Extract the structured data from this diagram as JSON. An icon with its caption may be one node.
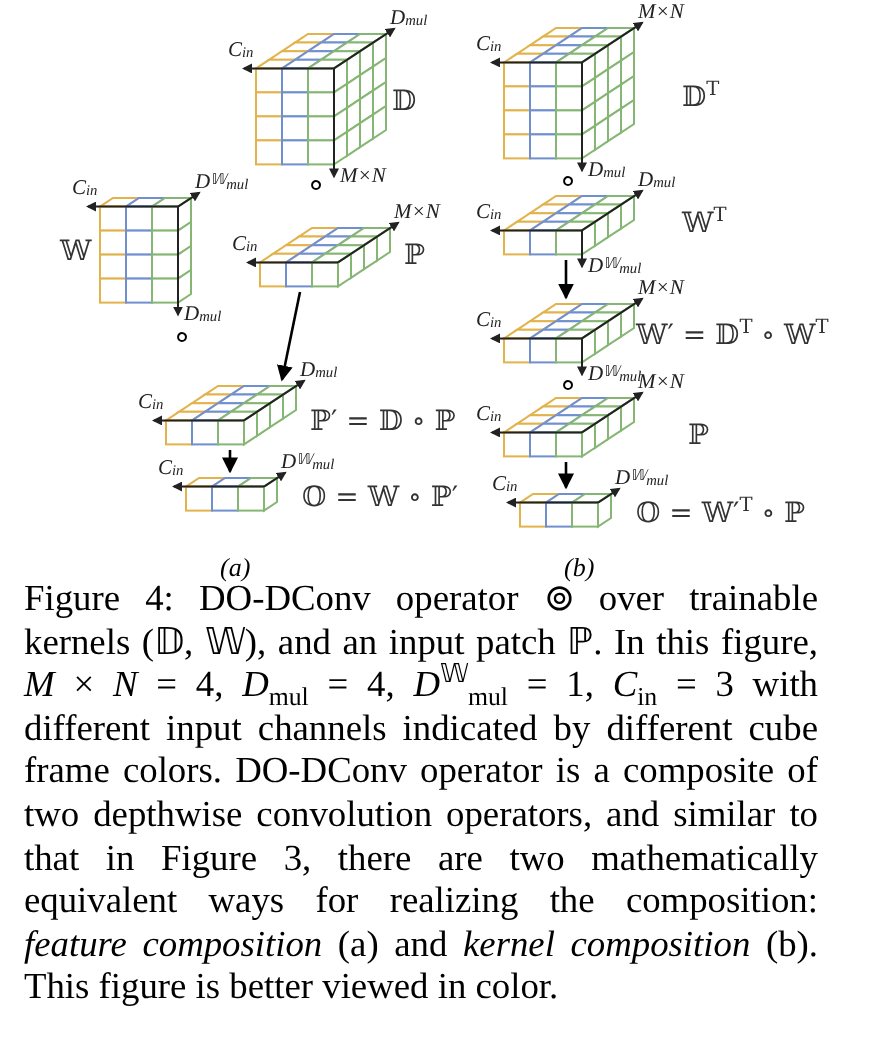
{
  "diagram": {
    "caption": "Figure 4: DO-DConv operator ⊚ over trainable kernels (𝔻, 𝕎), and an input patch ℙ. In this figure, *M* × *N* = 4, *D*$_{mul}$ = 4, *D*$^{𝕎}$$_{mul}$ = 1, *C*$_{in}$ = 3 with different input channels indicated by different cube frame colors. DO-DConv operator is a composite of two depthwise convolution operators, and similar to that in Figure 3, there are two mathematically equivalent ways for realizing the composition: *feature composition* (a) and *kernel composition* (b). This figure is better viewed in color.",
    "nodes": [
      {
        "text": [
          "C$_{in}$",
          "D$_{mul}$",
          "M×N",
          "𝔻"
        ]
      },
      {
        "text": [
          "C$_{in}$",
          "D$^{𝕎}$$_{mul}$",
          "D$_{mul}$",
          "𝕎"
        ]
      },
      {
        "text": [
          "C$_{in}$",
          "M×N",
          "ℙ"
        ]
      },
      {
        "text": [
          "C$_{in}$",
          "D$_{mul}$",
          "ℙ′ = 𝔻 ∘ ℙ"
        ]
      },
      {
        "text": [
          "C$_{in}$",
          "D$^{𝕎}$$_{mul}$",
          "𝕆 = 𝕎 ∘ ℙ′"
        ]
      },
      {
        "text": [
          "C$_{in}$",
          "M×N",
          "D$_{mul}$",
          "𝔻$^{T}$"
        ]
      },
      {
        "text": [
          "C$_{in}$",
          "D$_{mul}$",
          "D$^{𝕎}$$_{mul}$",
          "𝕎$^{T}$"
        ]
      },
      {
        "text": [
          "C$_{in}$",
          "M×N",
          "D$^{𝕎}$$_{mul}$",
          "𝕎′ = 𝔻$^{T}$ ∘ 𝕎$^{T}$"
        ]
      },
      {
        "text": [
          "C$_{in}$",
          "M×N",
          "ℙ"
        ]
      },
      {
        "text": [
          "C$_{in}$",
          "D$^{𝕎}$$_{mul}$",
          "𝕆 = 𝕎′$^{T}$ ∘ ℙ"
        ]
      }
    ],
    "edges": [
      {
        "from": 2,
        "to": 3,
        "arrow": "to"
      },
      {
        "from": 3,
        "to": 4,
        "arrow": "to"
      },
      {
        "from": 6,
        "to": 7,
        "arrow": "to"
      },
      {
        "from": 8,
        "to": 9,
        "arrow": "to"
      }
    ],
    "labels": [
      "∘",
      "∘",
      "∘",
      "∘",
      "(a)",
      "(b)"
    ]
  }
}
